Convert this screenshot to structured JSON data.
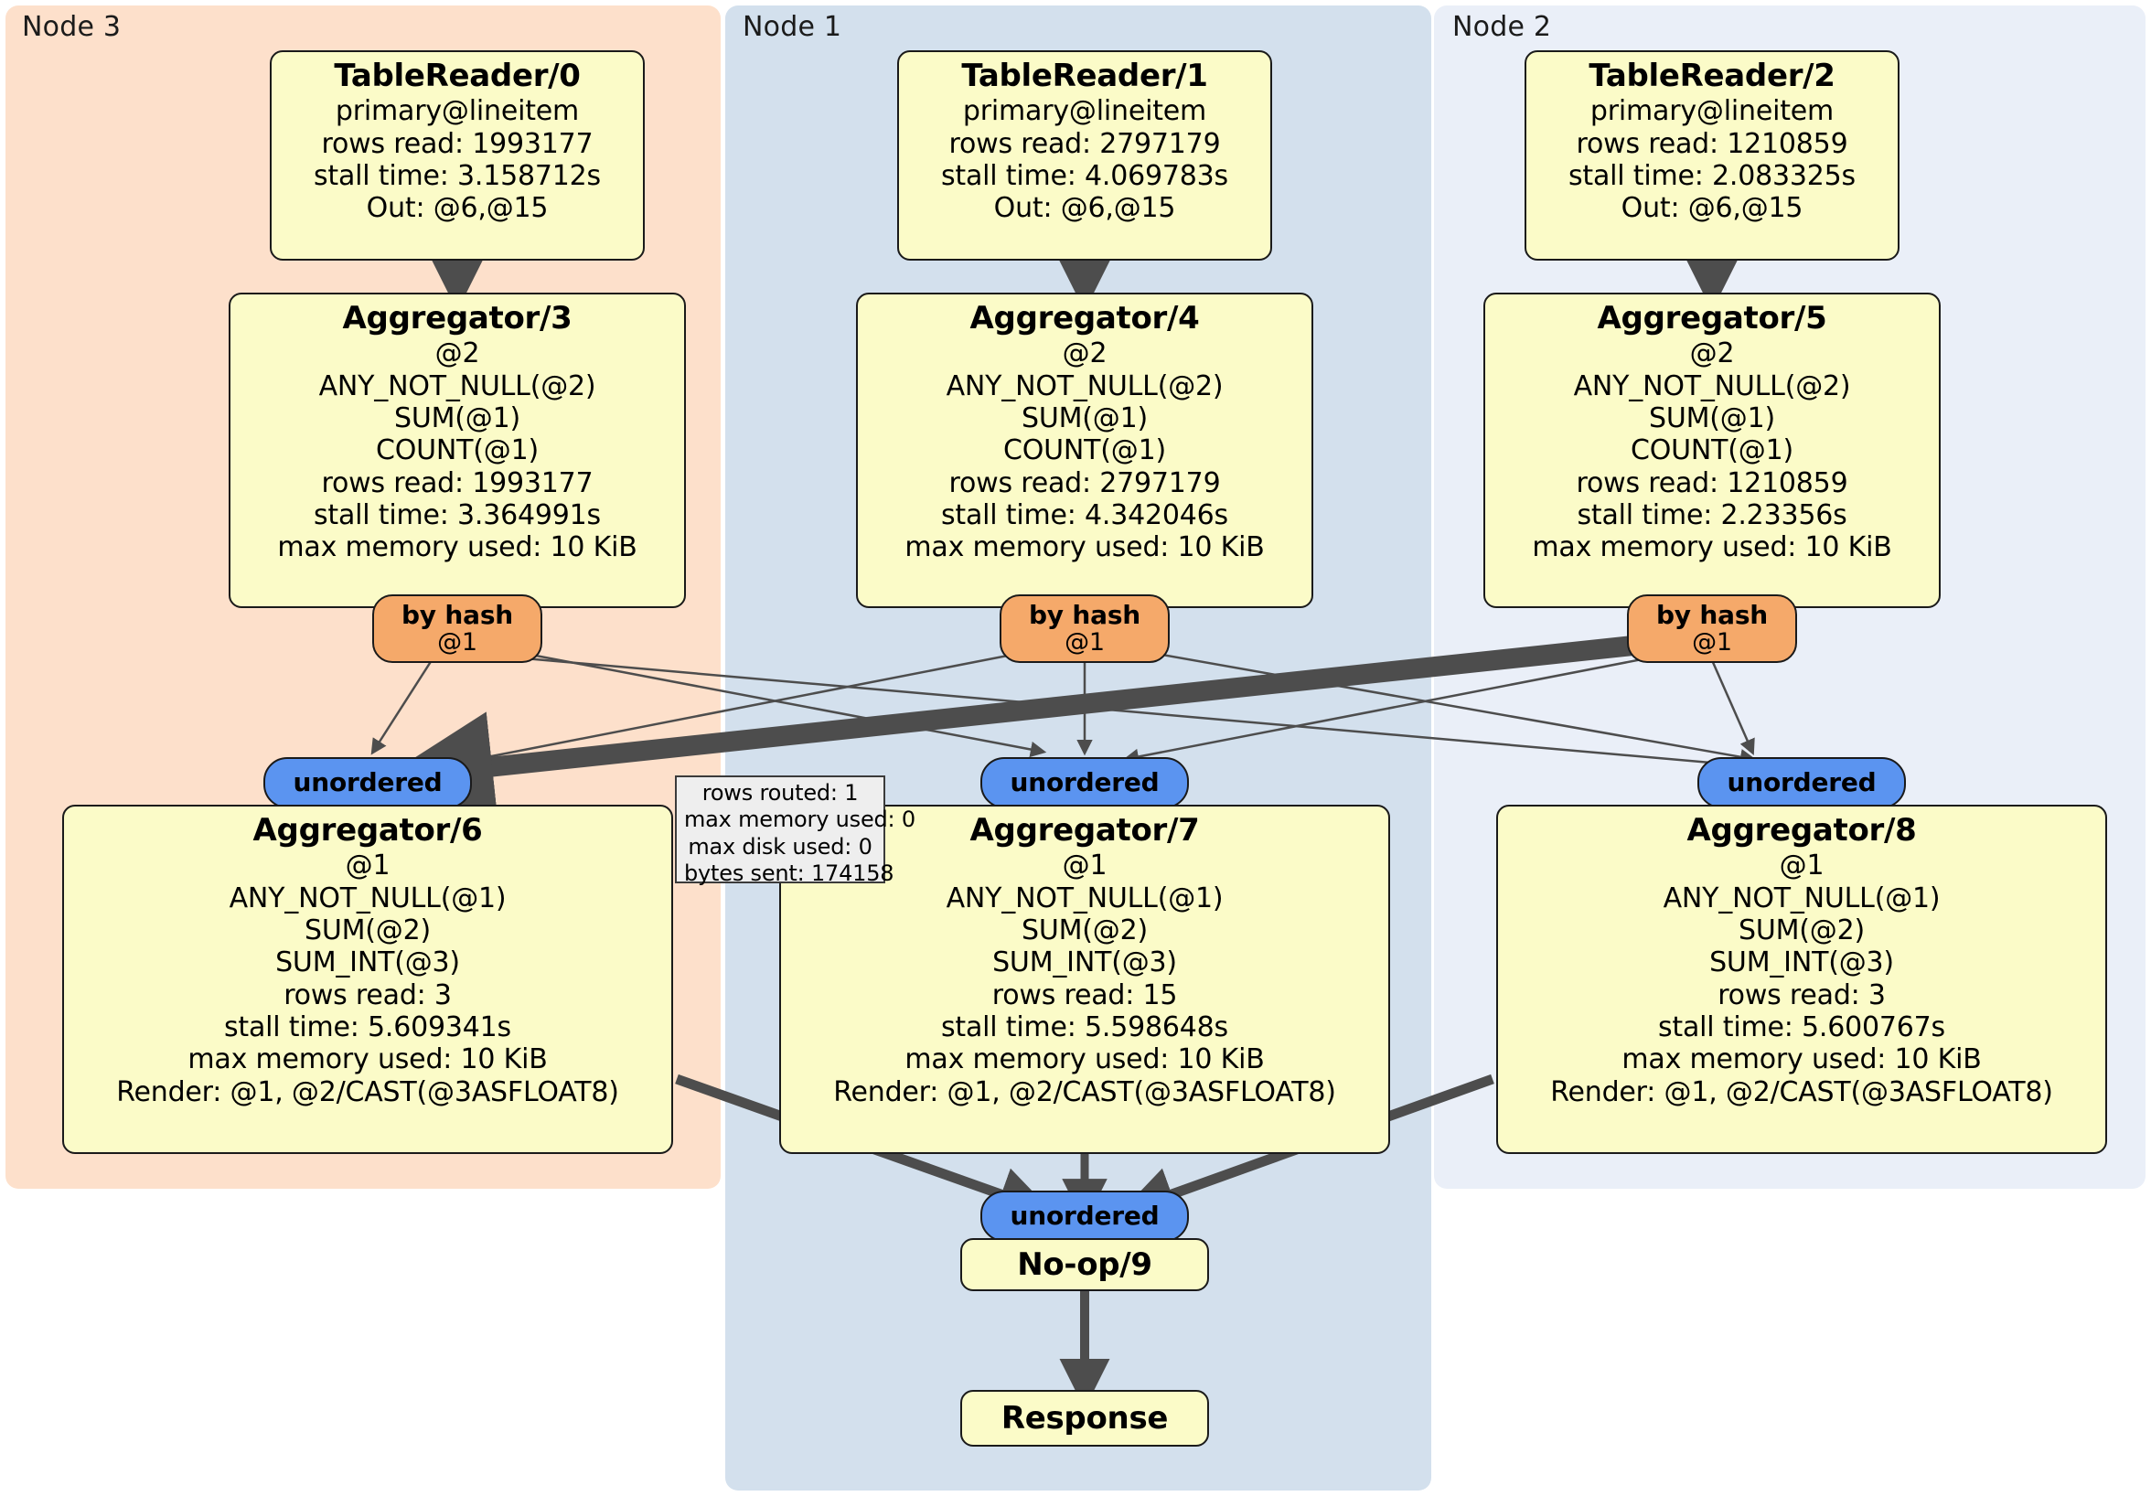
{
  "diagram": {
    "kind": "distributed-query-execution-plan",
    "colors": {
      "panel_node3": "#fde0cb",
      "panel_node1": "#d3e0ed",
      "panel_node2": "#eaeff8",
      "processor_fill": "#fbfbc8",
      "router_hash_fill": "#f5a96a",
      "router_unordered_fill": "#5b94f0",
      "stats_fill": "#eeeeee",
      "edge_stroke": "#4d4d4d",
      "border": "#1a1a1a"
    }
  },
  "panels": [
    {
      "id": "node3",
      "label": "Node 3"
    },
    {
      "id": "node1",
      "label": "Node 1"
    },
    {
      "id": "node2",
      "label": "Node 2"
    }
  ],
  "processors": {
    "table_reader_0": {
      "title": "TableReader/0",
      "lines": [
        "primary@lineitem",
        "rows read: 1993177",
        "stall time: 3.158712s",
        "Out: @6,@15"
      ]
    },
    "table_reader_1": {
      "title": "TableReader/1",
      "lines": [
        "primary@lineitem",
        "rows read: 2797179",
        "stall time: 4.069783s",
        "Out: @6,@15"
      ]
    },
    "table_reader_2": {
      "title": "TableReader/2",
      "lines": [
        "primary@lineitem",
        "rows read: 1210859",
        "stall time: 2.083325s",
        "Out: @6,@15"
      ]
    },
    "aggregator_3": {
      "title": "Aggregator/3",
      "lines": [
        "@2",
        "ANY_NOT_NULL(@2)",
        "SUM(@1)",
        "COUNT(@1)",
        "rows read: 1993177",
        "stall time: 3.364991s",
        "max memory used: 10 KiB"
      ]
    },
    "aggregator_4": {
      "title": "Aggregator/4",
      "lines": [
        "@2",
        "ANY_NOT_NULL(@2)",
        "SUM(@1)",
        "COUNT(@1)",
        "rows read: 2797179",
        "stall time: 4.342046s",
        "max memory used: 10 KiB"
      ]
    },
    "aggregator_5": {
      "title": "Aggregator/5",
      "lines": [
        "@2",
        "ANY_NOT_NULL(@2)",
        "SUM(@1)",
        "COUNT(@1)",
        "rows read: 1210859",
        "stall time: 2.23356s",
        "max memory used: 10 KiB"
      ]
    },
    "aggregator_6": {
      "title": "Aggregator/6",
      "lines": [
        "@1",
        "ANY_NOT_NULL(@1)",
        "SUM(@2)",
        "SUM_INT(@3)",
        "rows read: 3",
        "stall time: 5.609341s",
        "max memory used: 10 KiB",
        "Render: @1, @2/CAST(@3ASFLOAT8)"
      ]
    },
    "aggregator_7": {
      "title": "Aggregator/7",
      "lines": [
        "@1",
        "ANY_NOT_NULL(@1)",
        "SUM(@2)",
        "SUM_INT(@3)",
        "rows read: 15",
        "stall time: 5.598648s",
        "max memory used: 10 KiB",
        "Render: @1, @2/CAST(@3ASFLOAT8)"
      ]
    },
    "aggregator_8": {
      "title": "Aggregator/8",
      "lines": [
        "@1",
        "ANY_NOT_NULL(@1)",
        "SUM(@2)",
        "SUM_INT(@3)",
        "rows read: 3",
        "stall time: 5.600767s",
        "max memory used: 10 KiB",
        "Render: @1, @2/CAST(@3ASFLOAT8)"
      ]
    },
    "noop_9": {
      "title": "No-op/9",
      "lines": []
    },
    "response": {
      "title": "Response",
      "lines": []
    }
  },
  "routers": {
    "hash_left": {
      "title": "by hash",
      "sub": "@1"
    },
    "hash_mid": {
      "title": "by hash",
      "sub": "@1"
    },
    "hash_right": {
      "title": "by hash",
      "sub": "@1"
    },
    "unordered_left": {
      "title": "unordered",
      "sub": ""
    },
    "unordered_mid": {
      "title": "unordered",
      "sub": ""
    },
    "unordered_right": {
      "title": "unordered",
      "sub": ""
    },
    "unordered_final": {
      "title": "unordered",
      "sub": ""
    }
  },
  "stats_box": {
    "lines": [
      "rows routed: 1",
      "max memory used: 0",
      "max disk used: 0",
      "bytes sent: 174158"
    ]
  }
}
